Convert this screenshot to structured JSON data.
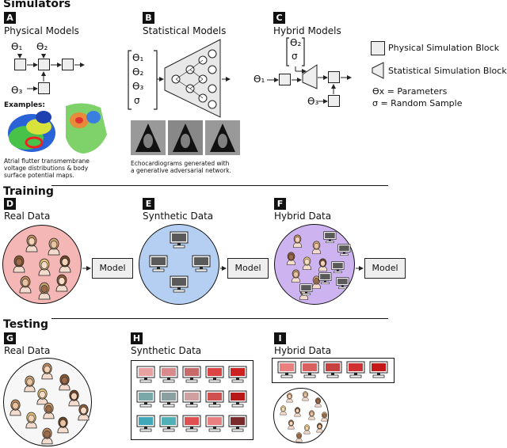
{
  "sections": {
    "simulators": "Simulators",
    "training": "Training",
    "testing": "Testing"
  },
  "panels": {
    "A": {
      "badge": "A",
      "title": "Physical Models",
      "examples": "Examples:",
      "caption": [
        "Atrial flutter transmembrane",
        "voltage distributions & body",
        "surface potential maps."
      ]
    },
    "B": {
      "badge": "B",
      "title": "Statistical Models",
      "caption": [
        "Echocardiograms generated with",
        "a generative adversarial network."
      ]
    },
    "C": {
      "badge": "C",
      "title": "Hybrid Models"
    },
    "D": {
      "badge": "D",
      "title": "Real Data",
      "model": "Model"
    },
    "E": {
      "badge": "E",
      "title": "Synthetic Data",
      "model": "Model"
    },
    "F": {
      "badge": "F",
      "title": "Hybrid Data",
      "model": "Model"
    },
    "G": {
      "badge": "G",
      "title": "Real Data"
    },
    "H": {
      "badge": "H",
      "title": "Synthetic Data"
    },
    "I": {
      "badge": "I",
      "title": "Hybrid Data"
    }
  },
  "symbols": {
    "theta1": "ϴ₁",
    "theta2": "ϴ₂",
    "theta3": "ϴ₃",
    "sigma": "σ"
  },
  "legend": {
    "physical": "Physical Simulation Block",
    "statistical": "Statistical Simulation Block",
    "params": "ϴx = Parameters",
    "random": "σ  = Random Sample"
  },
  "colors": {
    "real_circle": "#f4b7b5",
    "synthetic_circle": "#b5cff3",
    "hybrid_circle": "#cdb3ef",
    "testing_circle": "#f7f7f7"
  },
  "icons": [
    "person-icon",
    "monitor-icon",
    "heart-map-image",
    "echocardiogram-image",
    "neural-network-icon"
  ]
}
